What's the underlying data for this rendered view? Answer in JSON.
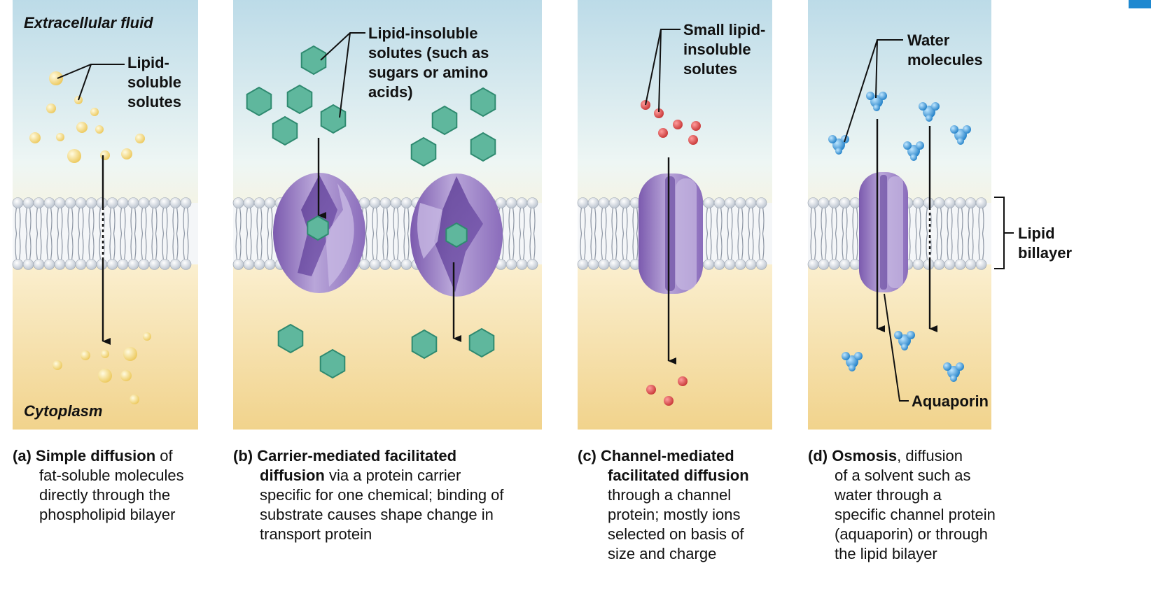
{
  "labels": {
    "extracellular_fluid": "Extracellular fluid",
    "cytoplasm": "Cytoplasm",
    "lipid_soluble": [
      "Lipid-",
      "soluble",
      "solutes"
    ],
    "lipid_insoluble": [
      "Lipid-insoluble",
      "solutes (such as",
      "sugars or amino",
      "acids)"
    ],
    "small_lipid_insoluble": [
      "Small lipid-",
      "insoluble",
      "solutes"
    ],
    "water_molecules": [
      "Water",
      "molecules"
    ],
    "lipid_bilayer": [
      "Lipid",
      "billayer"
    ],
    "aquaporin": "Aquaporin"
  },
  "captions": {
    "a": {
      "letter": "(a)",
      "bold": "Simple diffusion",
      "rest_first": " of",
      "lines": [
        "fat-soluble molecules",
        "directly through the",
        "phospholipid bilayer"
      ]
    },
    "b": {
      "letter": "(b)",
      "bold": "Carrier-mediated facilitated",
      "bold2": "diffusion",
      "rest_first": " via a protein carrier",
      "lines": [
        "specific for one chemical; binding of",
        "substrate causes shape change in",
        "transport protein"
      ]
    },
    "c": {
      "letter": "(c)",
      "bold": "Channel-mediated",
      "bold2": "facilitated diffusion",
      "lines": [
        "through a channel",
        "protein; mostly ions",
        "selected on basis of",
        "size and charge"
      ]
    },
    "d": {
      "letter": "(d)",
      "bold": "Osmosis",
      "rest_first": ", diffusion",
      "lines": [
        "of a solvent such as",
        "water through a",
        "specific channel protein",
        "(aquaporin) or through",
        "the lipid bilayer"
      ]
    }
  },
  "colors": {
    "extracellular_top": "#c9e3ee",
    "cytoplasm": "#f3d892",
    "lipid_head": "#e6ebf2",
    "carrier_protein": "#9b82c2",
    "channel_protein": "#a58fc9",
    "sugar": "#5fb79d",
    "ion": "#d94949",
    "water": "#3a9ad9",
    "lipid_soluble_solute": "#f6dc7e"
  },
  "icons": [
    "hexagon-solute-icon",
    "lipid-droplet-icon",
    "ion-icon",
    "water-molecule-icon"
  ]
}
